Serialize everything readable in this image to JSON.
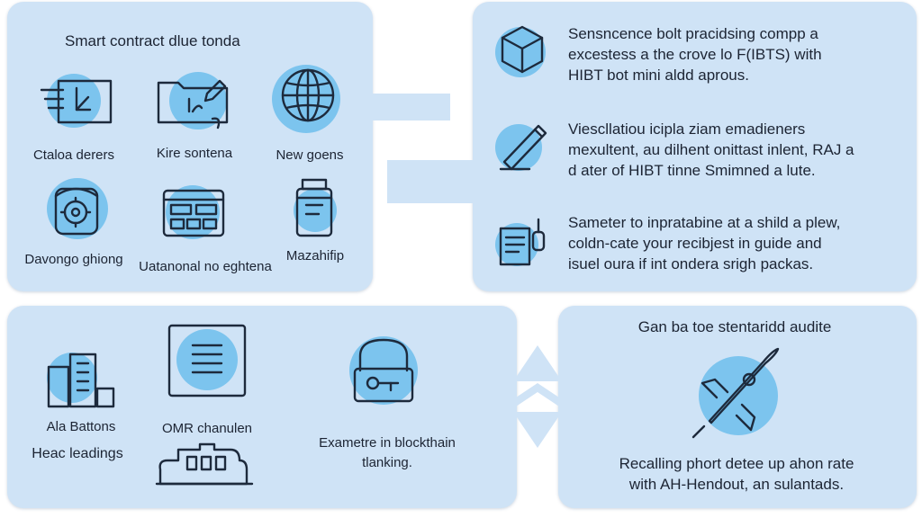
{
  "top_left": {
    "title": "Smart contract dlue tonda",
    "items": [
      {
        "label": "Ctaloa derers",
        "icon": "chart-document-icon"
      },
      {
        "label": "Kire sontena",
        "icon": "edit-folder-icon"
      },
      {
        "label": "New goens",
        "icon": "globe-icon"
      },
      {
        "label": "Davongo ghiong",
        "icon": "shield-gear-icon"
      },
      {
        "label": "Uatanonal no eghtena",
        "icon": "grid-panel-icon"
      },
      {
        "label": "Mazahifip",
        "icon": "device-icon"
      }
    ]
  },
  "top_right": {
    "rows": [
      {
        "icon": "cube-icon",
        "text": "Sensncence bolt pracidsing compp a\nexcestess a the crove lo F(IBTS) with\nHIBT bot mini aldd aprous."
      },
      {
        "icon": "pen-icon",
        "text": "Viescllatiou icipla ziam emadieners\nmexultent, au dilhent onittast inlent, RAJ a\nd ater of HIBT tinne Smimned a lute."
      },
      {
        "icon": "document-tool-icon",
        "text": "Sameter to inpratabine at a shild a plew,\ncoldn-cate your recibjest in guide and\nisuel oura if int ondera srigh packas."
      }
    ]
  },
  "bottom_left": {
    "items": [
      {
        "label": "Ala Battons",
        "icon": "server-battery-icon"
      },
      {
        "label": "OMR chanulen",
        "icon": "monitor-doc-icon"
      },
      {
        "label": "Exametre in blockthain\ntlanking.",
        "icon": "padlock-key-icon"
      },
      {
        "label": "Heac leadings",
        "icon": "factory-icon"
      }
    ]
  },
  "bottom_right": {
    "title": "Gan ba toe stentaridd audite",
    "icon": "rocket-icon",
    "text": "Recalling phort detee up ahon rate\nwith AH-Hendout, an sulantads."
  }
}
